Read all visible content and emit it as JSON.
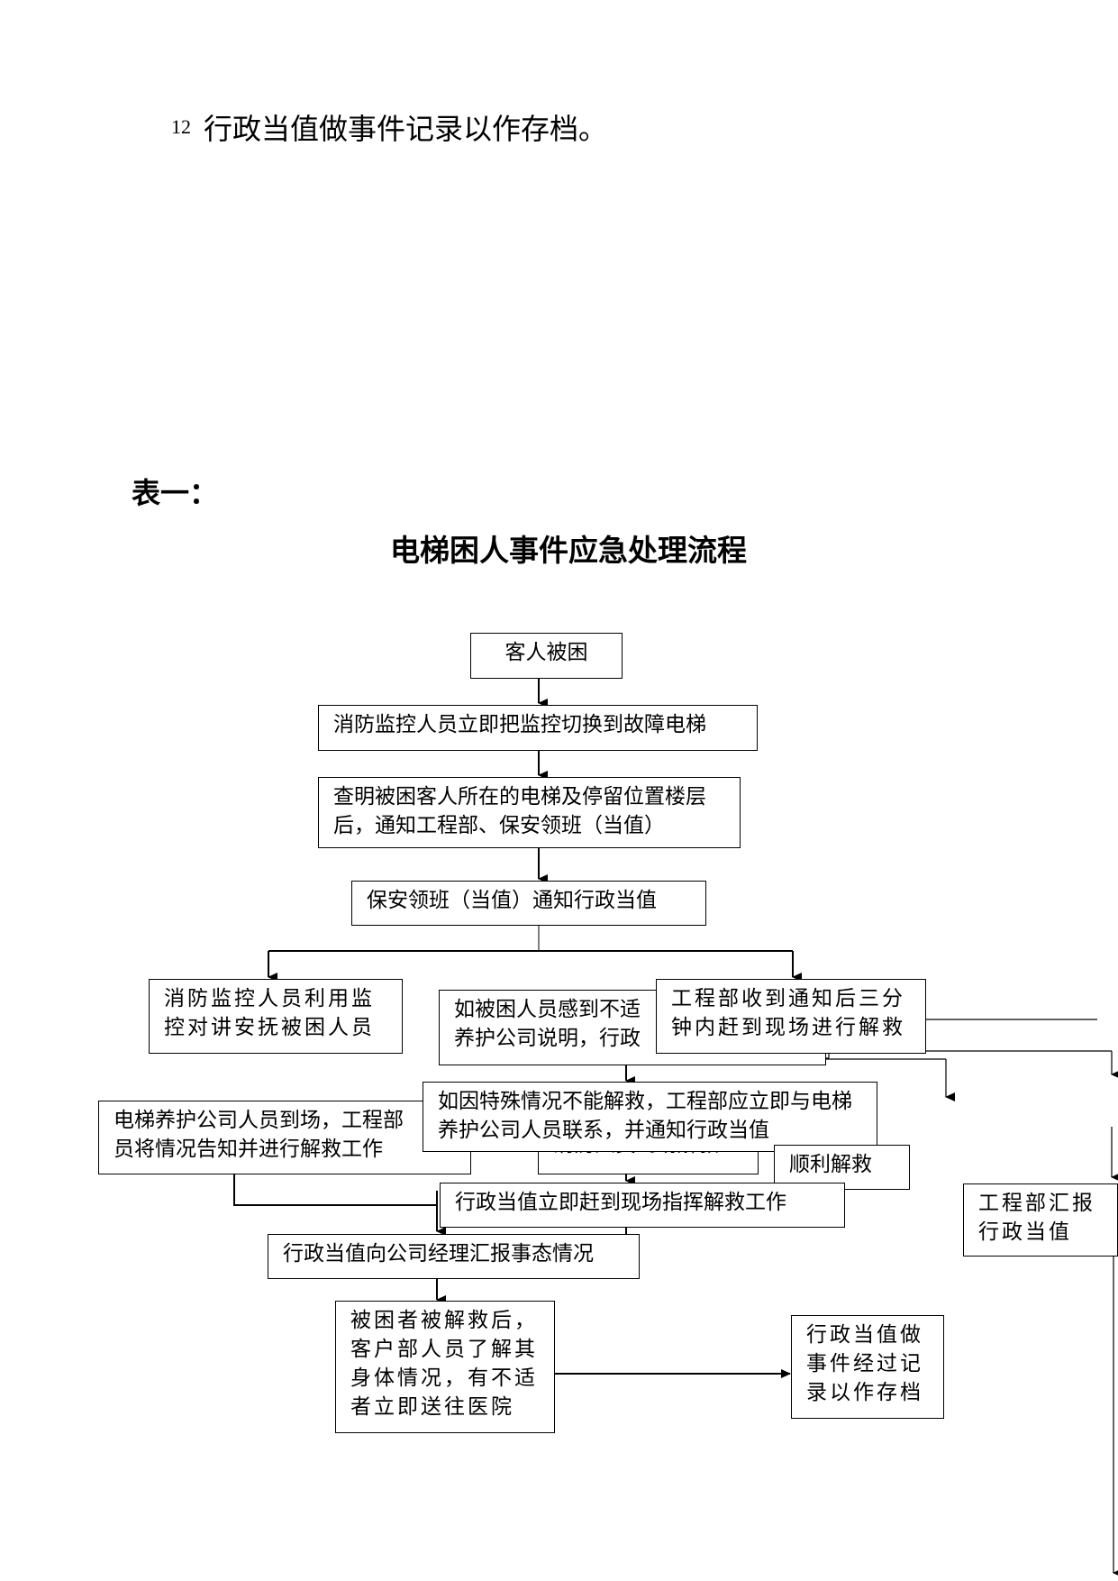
{
  "header_item": {
    "number": "12",
    "text": "行政当值做事件记录以作存档。"
  },
  "table_label": "表一：",
  "flow_title": "电梯困人事件应急处理流程",
  "boxes": {
    "guest_trapped": "客人被困",
    "monitor_switch": "消防监控人员立即把监控切换到故障电梯",
    "locate_notify": "查明被困客人所在的电梯及停留位置楼层后，通知工程部、保安领班（当值）",
    "security_notify_admin": "保安领班（当值）通知行政当值",
    "intercom_comfort": "消防监控人员利用监控对讲安抚被困人员",
    "discomfort_explain": "如被困人员感到不适\n养护公司说明，行政",
    "engineering_arrive": "工程部收到通知后三分钟内赶到现场进行解救",
    "special_case": "如因特殊情况不能解救，工程部应立即与电梯养护公司人员联系，并通知行政当值",
    "maintenance_arrive": "电梯养护公司人员到场，工程部\n员将情况告知并进行解救工作",
    "fire_rescue": "消防人员到场解救",
    "smooth_rescue": "顺利解救",
    "engineering_report": "工程部汇报行政当值",
    "admin_command": "行政当值立即赶到现场指挥解救工作",
    "admin_report_manager": "行政当值向公司经理汇报事态情况",
    "after_rescue": "被困者被解救后，客户部人员了解其身体情况，有不适者立即送往医院",
    "admin_record": "行政当值做事件经过记录以作存档"
  }
}
